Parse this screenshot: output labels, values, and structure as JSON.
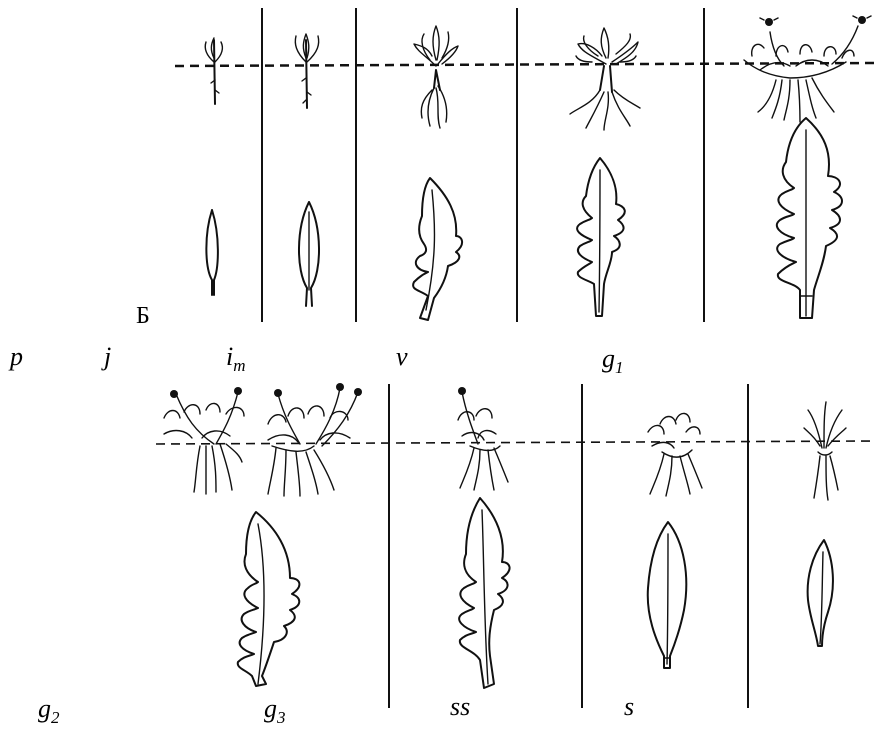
{
  "panel_marker": "Б",
  "stages_top": [
    {
      "code": "p"
    },
    {
      "code": "j"
    },
    {
      "code": "i",
      "sub": "m"
    },
    {
      "code": "v"
    },
    {
      "code": "g",
      "sub": "1"
    }
  ],
  "stages_bottom": [
    {
      "code": "g",
      "sub": "2"
    },
    {
      "code": "g",
      "sub": "3"
    },
    {
      "code": "ss"
    },
    {
      "code": "s"
    }
  ]
}
